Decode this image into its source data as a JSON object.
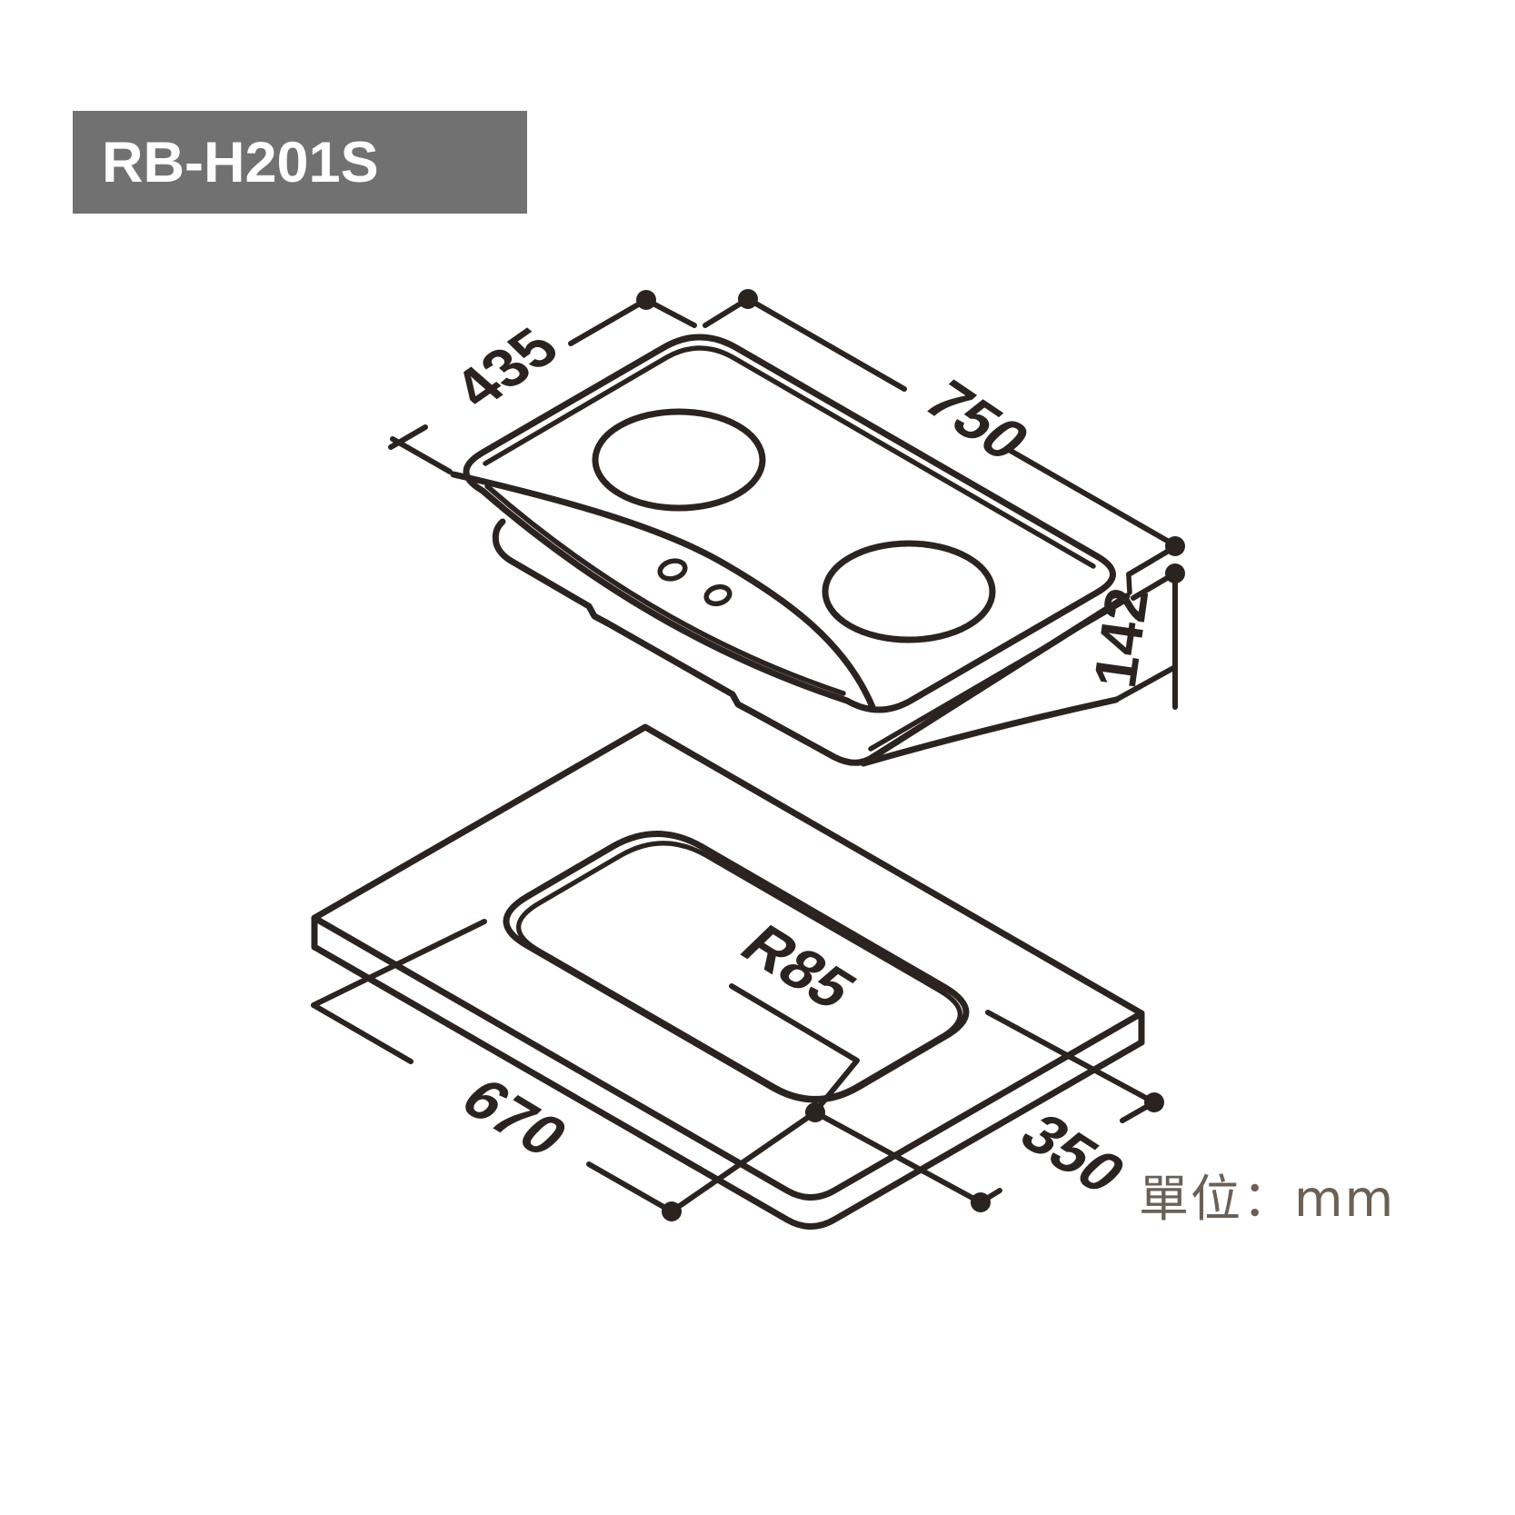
{
  "title_block": {
    "model": "RB-H201S"
  },
  "unit_note": "單位：mm",
  "dimensions": {
    "product": {
      "depth": "435",
      "width": "750",
      "height": "142"
    },
    "cutout": {
      "length": "670",
      "width": "350",
      "corner_radius": "R85"
    }
  },
  "colors": {
    "line": "#2b2320",
    "title_bg": "#717171",
    "title_text": "#ffffff",
    "unit_text": "#6b6057",
    "background": "#ffffff"
  }
}
